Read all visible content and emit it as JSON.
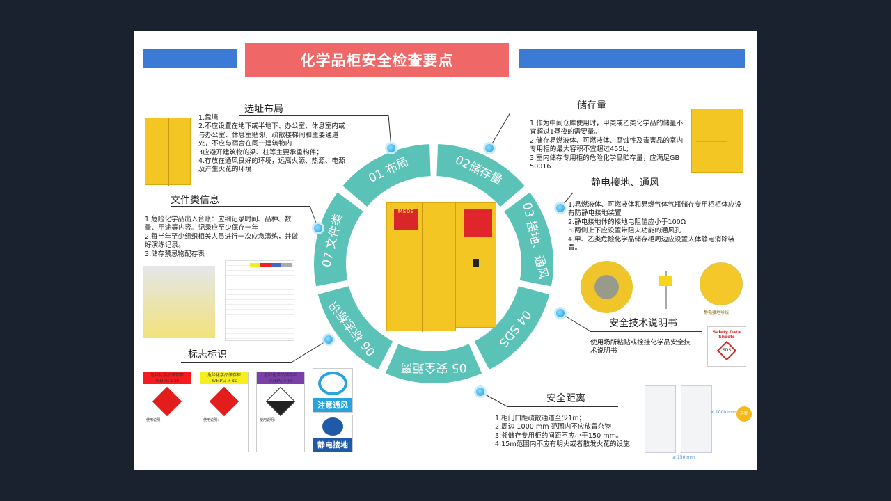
{
  "title": "化学品柜安全检查要点",
  "colors": {
    "accent_red": "#f06767",
    "bar_blue": "#3b7bd6",
    "ring_teal": "#5bc2b8"
  },
  "ring": [
    {
      "label": "01 布局"
    },
    {
      "label": "02储存量"
    },
    {
      "label": "03 接地、通风"
    },
    {
      "label": "04 SDS"
    },
    {
      "label": "05 安全距离"
    },
    {
      "label": "06 标志标识"
    },
    {
      "label": "07 文件类"
    }
  ],
  "sections": {
    "layout": {
      "heading": "选址布局",
      "lines": [
        "1.靠墙",
        "2.不应设置在地下或半地下、办公室、休息室内或与办公室、休息室贴邻，疏散楼梯间和主要通道处，不应与宿舍在同一建筑物内",
        "3应避开建筑物的梁、柱等主要承重构件；",
        "4.存放在通风良好的环境，远离火源、热源、电源及产生火花的环境"
      ]
    },
    "storage": {
      "heading": "储存量",
      "lines": [
        "1.作为中间仓库使用时，甲类或乙类化学品的储量不宜超过1昼夜的需要量。",
        "2.储存易燃液体、可燃液体、腐蚀性及毒害品的室内专用柜的最大容积不宜超过455L;",
        "3.室内储存专用柜的危险化学品贮存量，应满足GB 50016"
      ]
    },
    "grounding": {
      "heading": "静电接地、通风",
      "lines": [
        "1.易燃液体、可燃液体和易燃气体气瓶储存专用柜柜体应设有防静电接地装置",
        "2.静电接地体的接地电阻值应小于100Ω",
        "3.两侧上下应设置带阻火功能的通风孔",
        "4.甲、乙类危险化学品储存柜周边应设置人体静电消除装置。"
      ],
      "wire_caption": "静电接地导线"
    },
    "sds": {
      "heading": "安全技术说明书",
      "lines": [
        "使用场所粘贴或拴挂化学品安全技术说明书"
      ],
      "binder_title": "Safety Data Sheets",
      "binder_logo": "SDS"
    },
    "distance": {
      "heading": "安全距离",
      "lines": [
        "1.柜门口距疏散通道至少1m；",
        "2.周边 1000 mm 范围内不应放置杂物",
        "3.邻储存专用柜的间距不应小于150 mm。",
        "4.15m范围内不应有明火或者散发火花的设施"
      ],
      "gap_side": "≥ 1000 mm",
      "gap_between": "≥ 150 mm",
      "debris": "杂物"
    },
    "signs": {
      "heading": "标志标识",
      "cards": [
        {
          "title": "危险化学品储存柜",
          "code": "WHPG-Y-xx",
          "color": "#f41c1c",
          "usage": "使用说明："
        },
        {
          "title": "危险化学品储存柜",
          "code": "WHPG-R-xx",
          "color": "#f7ef1d",
          "usage": "使用说明："
        },
        {
          "title": "危险化学品储存柜",
          "code": "WHPG-F-xx",
          "color": "#7b3fa8",
          "usage": "使用说明："
        }
      ],
      "ventilation": "注意通风",
      "ground": "静电接地"
    },
    "docs": {
      "heading": "文件类信息",
      "lines": [
        "1.危险化学品出入台账：应细记录时间、品种、数量、用途等内容。记录应至少保存一年",
        "2.每半年至少组织相关人员进行一次应急演练，并做好演练记录。",
        "3.储存禁忌物配存表"
      ]
    }
  },
  "cabinet": {
    "msds_label": "MSDS"
  }
}
